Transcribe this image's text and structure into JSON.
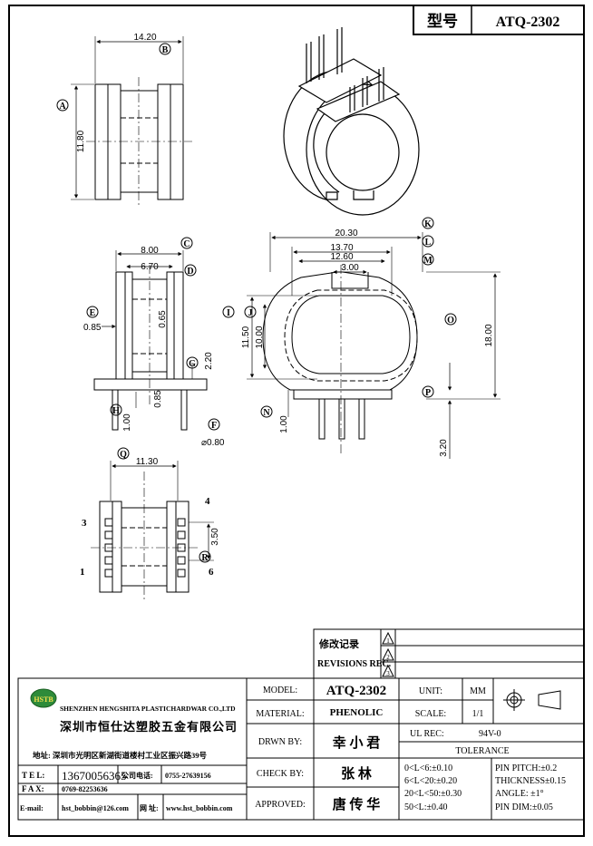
{
  "title_block": {
    "type_label": "型号",
    "part_number": "ATQ-2302"
  },
  "callouts": {
    "A": "A",
    "B": "B",
    "C": "C",
    "D": "D",
    "E": "E",
    "F": "F",
    "G": "G",
    "H": "H",
    "I": "I",
    "J": "J",
    "K": "K",
    "L": "L",
    "M": "M",
    "N": "N",
    "O": "O",
    "P": "P",
    "Q": "Q",
    "R": "R"
  },
  "dimensions": {
    "top_width": "14.20",
    "top_height": "11.80",
    "side_outer": "8.00",
    "side_inner": "6.70",
    "side_wall": "0.85",
    "side_mid": "0.65",
    "side_flange": "2.20",
    "side_base": "0.85",
    "side_pin_len": "1.00",
    "pin_dia": "⌀0.80",
    "front_outer": "20.30",
    "front_mid": "13.70",
    "front_inner": "12.60",
    "front_slot": "3.00",
    "front_h1": "11.50",
    "front_h2": "10.00",
    "front_total": "18.00",
    "front_pin_len": "1.00",
    "front_pin_ext": "3.20",
    "bottom_width": "11.30",
    "pin_pitch": "3.50"
  },
  "pins": {
    "p1": "1",
    "p3": "3",
    "p4": "4",
    "p6": "6"
  },
  "revision": {
    "record_label": "修改记录",
    "rec_label": "REVISIONS REC.",
    "marks": [
      "1",
      "2",
      "3"
    ]
  },
  "company": {
    "logo_text": "HSTB",
    "name_en": "SHENZHEN HENGSHITA PLASTICHARDWAR CO.,LTD",
    "name_cn": "深圳市恒仕达塑胶五金有限公司",
    "address": "地址: 深圳市光明区新湖街道楼村工业区振兴路39号",
    "tel_label": "T E L:",
    "tel": "13670056365",
    "office_label": "公司电话:",
    "office_tel": "0755-27639156",
    "fax_label": "F A X:",
    "fax": "0769-82253636",
    "email_label": "E-mail:",
    "email": "hst_bobbin@126.com",
    "web_label": "网 址:",
    "web": "www.hst_bobbin.com"
  },
  "spec": {
    "model_label": "MODEL:",
    "model": "ATQ-2302",
    "material_label": "MATERIAL:",
    "material": "PHENOLIC",
    "drawn_label": "DRWN BY:",
    "drawn": "幸 小 君",
    "check_label": "CHECK BY:",
    "check": "张   林",
    "approved_label": "APPROVED:",
    "approved": "唐 传 华",
    "unit_label": "UNIT:",
    "unit": "MM",
    "scale_label": "SCALE:",
    "scale": "1/1",
    "ul_label": "UL REC:",
    "ul": "94V-0",
    "tolerance_label": "TOLERANCE",
    "tol": [
      "0<L<6:±0.10",
      "6<L<20:±0.20",
      "20<L<50:±0.30",
      "50<L:±0.40"
    ],
    "tol_right": [
      "PIN PITCH:±0.2",
      "THICKNESS±0.15",
      "ANGLE: ±1°",
      "PIN DIM:±0.05"
    ]
  }
}
